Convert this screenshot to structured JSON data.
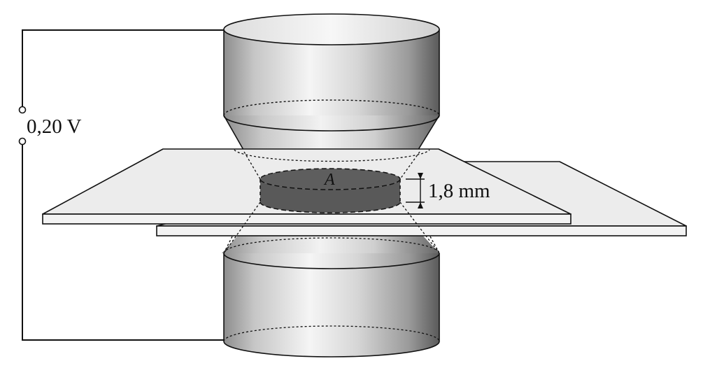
{
  "labels": {
    "voltage": "0,20 V",
    "area": "A",
    "thickness": "1,8 mm"
  },
  "colors": {
    "background": "#ffffff",
    "line": "#111111",
    "plate_fill": "#ececec",
    "weld_nugget": "#595959",
    "electrode_light": "#f4f4f4",
    "electrode_dark": "#555555"
  }
}
